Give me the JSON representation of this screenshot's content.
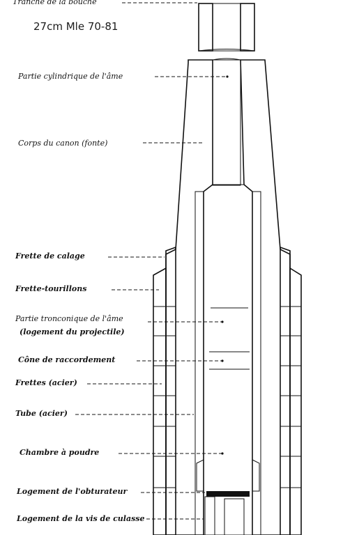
{
  "title": "27cm Mle 70-81",
  "labels": {
    "tranche": "Tranche de la bouche",
    "cylindrique": "Partie cylindrique de l'âme",
    "corps": "Corps du canon (fonte)",
    "frette_calage": "Frette de calage",
    "frette_tourillons": "Frette-tourillons",
    "tronconique_1": "Partie tronconique de l'âme",
    "tronconique_2": "(logement du projectile)",
    "cone": "Cône de raccordement",
    "frettes": "Frettes (acier)",
    "tube": "Tube (acier)",
    "chambre": "Chambre à poudre",
    "obturateur": "Logement de l'obturateur",
    "vis": "Logement de la vis de culasse"
  },
  "colors": {
    "ink": "#111111",
    "paper": "#ffffff"
  }
}
